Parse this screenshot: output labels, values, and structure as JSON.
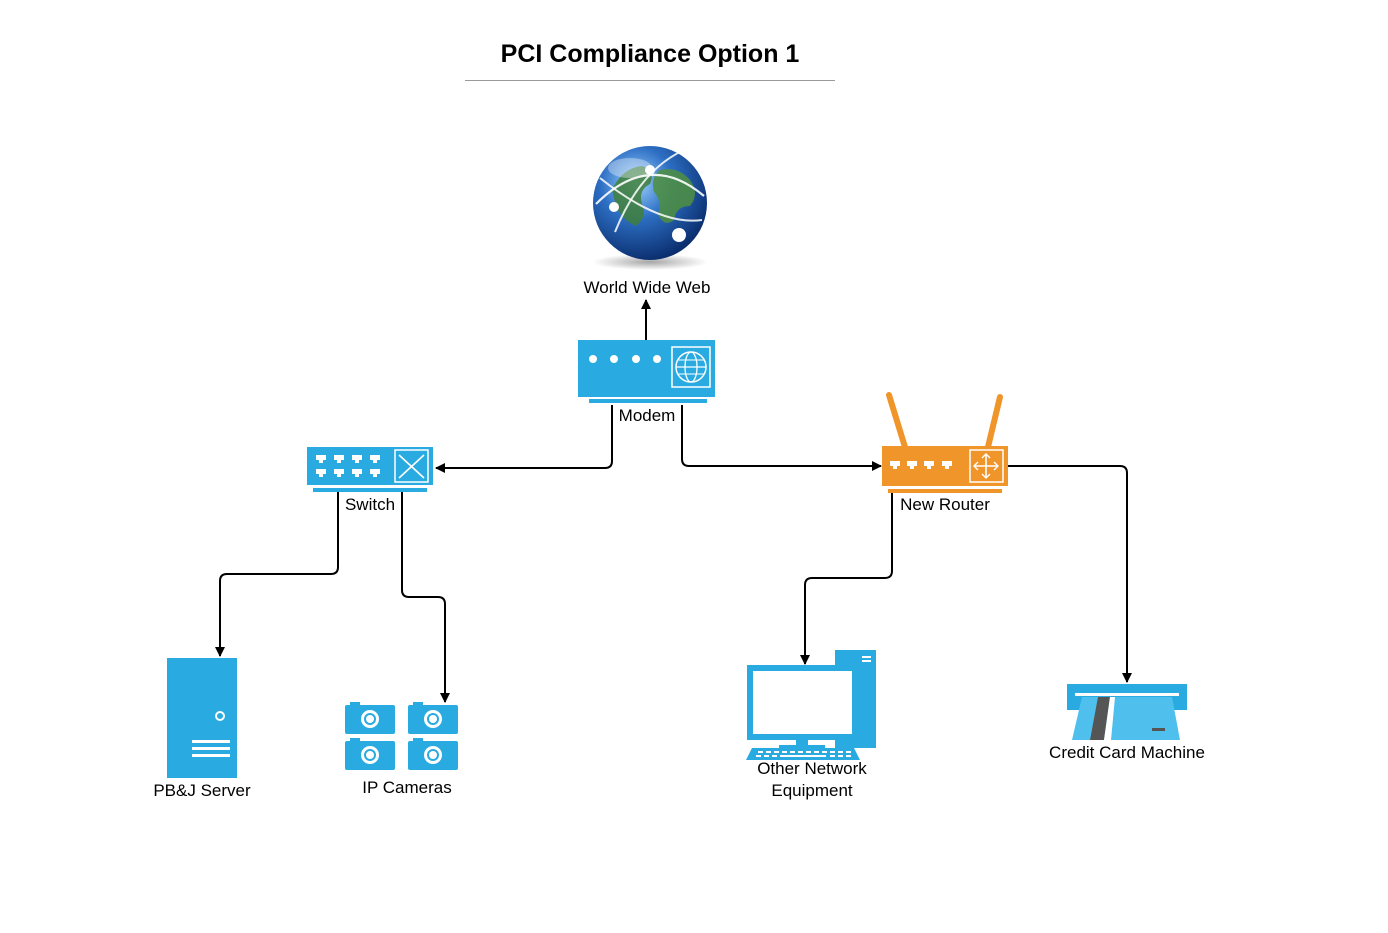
{
  "title": "PCI Compliance Option 1",
  "colors": {
    "device_blue": "#29abe2",
    "router_orange": "#f0952a",
    "connector": "#000000"
  },
  "nodes": {
    "web": {
      "label": "World Wide Web",
      "icon": "globe-icon"
    },
    "modem": {
      "label": "Modem",
      "icon": "modem-icon"
    },
    "switch": {
      "label": "Switch",
      "icon": "switch-icon"
    },
    "router": {
      "label": "New Router",
      "icon": "router-icon"
    },
    "server": {
      "label": "PB&J Server",
      "icon": "server-icon"
    },
    "cameras": {
      "label": "IP Cameras",
      "icon": "camera-icon"
    },
    "equipment": {
      "label_line1": "Other Network",
      "label_line2": "Equipment",
      "icon": "desktop-computer-icon"
    },
    "card": {
      "label": "Credit Card Machine",
      "icon": "card-reader-icon"
    }
  },
  "edges": [
    {
      "from": "Modem",
      "to": "World Wide Web"
    },
    {
      "from": "Modem",
      "to": "Switch"
    },
    {
      "from": "Modem",
      "to": "New Router"
    },
    {
      "from": "Switch",
      "to": "PB&J Server"
    },
    {
      "from": "Switch",
      "to": "IP Cameras"
    },
    {
      "from": "New Router",
      "to": "Other Network Equipment"
    },
    {
      "from": "New Router",
      "to": "Credit Card Machine"
    }
  ]
}
